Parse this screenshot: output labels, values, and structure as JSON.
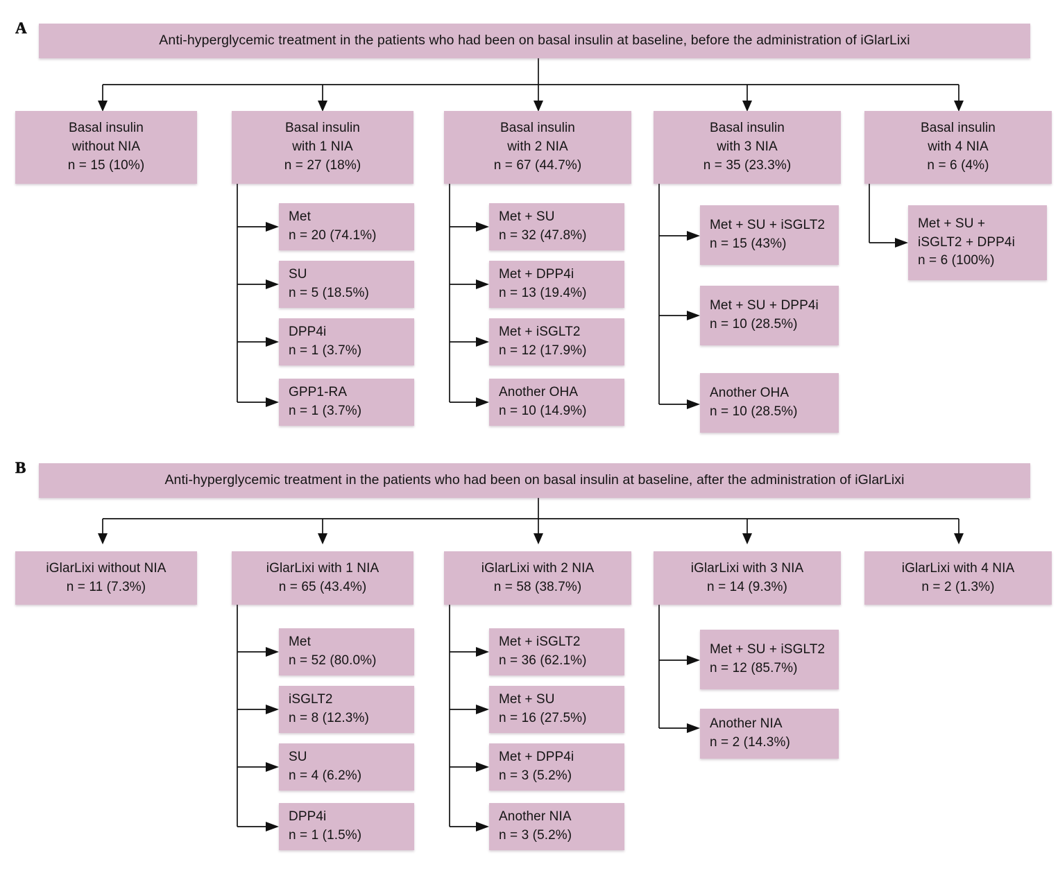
{
  "panels": [
    {
      "letter": "A",
      "header": "Anti-hyperglycemic treatment in the patients who had been on basal insulin at baseline, before the administration of iGlarLixi",
      "columns": [
        {
          "title_line1": "Basal insulin",
          "title_line2": "without NIA",
          "title_line3": "n = 15 (10%)",
          "children": []
        },
        {
          "title_line1": "Basal insulin",
          "title_line2": "with 1 NIA",
          "title_line3": "n = 27 (18%)",
          "children": [
            {
              "label": "Met",
              "value": "n = 20 (74.1%)"
            },
            {
              "label": "SU",
              "value": "n = 5 (18.5%)"
            },
            {
              "label": "DPP4i",
              "value": "n = 1 (3.7%)"
            },
            {
              "label": "GPP1-RA",
              "value": "n = 1 (3.7%)"
            }
          ]
        },
        {
          "title_line1": "Basal insulin",
          "title_line2": "with 2 NIA",
          "title_line3": "n = 67 (44.7%)",
          "children": [
            {
              "label": "Met + SU",
              "value": "n = 32 (47.8%)"
            },
            {
              "label": "Met + DPP4i",
              "value": "n = 13 (19.4%)"
            },
            {
              "label": "Met + iSGLT2",
              "value": "n = 12 (17.9%)"
            },
            {
              "label": "Another OHA",
              "value": "n = 10 (14.9%)"
            }
          ]
        },
        {
          "title_line1": "Basal insulin",
          "title_line2": "with 3 NIA",
          "title_line3": "n = 35 (23.3%)",
          "children": [
            {
              "label": "Met + SU + iSGLT2",
              "value": "n = 15 (43%)"
            },
            {
              "label": "Met + SU + DPP4i",
              "value": "n = 10 (28.5%)"
            },
            {
              "label": "Another OHA",
              "value": "n = 10 (28.5%)"
            }
          ]
        },
        {
          "title_line1": "Basal insulin",
          "title_line2": "with 4 NIA",
          "title_line3": "n = 6 (4%)",
          "children": [
            {
              "label": "Met + SU +",
              "label2": "iSGLT2 + DPP4i",
              "value": "n = 6 (100%)"
            }
          ]
        }
      ]
    },
    {
      "letter": "B",
      "header": "Anti-hyperglycemic treatment in the patients who had been on basal insulin at baseline, after the administration of iGlarLixi",
      "columns": [
        {
          "title_line1": "iGlarLixi without NIA",
          "title_line2": "n = 11 (7.3%)",
          "children": []
        },
        {
          "title_line1": "iGlarLixi with 1 NIA",
          "title_line2": "n = 65 (43.4%)",
          "children": [
            {
              "label": "Met",
              "value": "n = 52 (80.0%)"
            },
            {
              "label": "iSGLT2",
              "value": "n = 8 (12.3%)"
            },
            {
              "label": "SU",
              "value": "n = 4 (6.2%)"
            },
            {
              "label": "DPP4i",
              "value": "n = 1 (1.5%)"
            }
          ]
        },
        {
          "title_line1": "iGlarLixi with 2 NIA",
          "title_line2": "n = 58 (38.7%)",
          "children": [
            {
              "label": "Met + iSGLT2",
              "value": "n = 36 (62.1%)"
            },
            {
              "label": "Met + SU",
              "value": "n = 16 (27.5%)"
            },
            {
              "label": "Met + DPP4i",
              "value": "n = 3 (5.2%)"
            },
            {
              "label": "Another NIA",
              "value": "n = 3 (5.2%)"
            }
          ]
        },
        {
          "title_line1": "iGlarLixi with 3 NIA",
          "title_line2": "n = 14 (9.3%)",
          "children": [
            {
              "label": "Met + SU + iSGLT2",
              "value": "n = 12 (85.7%)"
            },
            {
              "label": "Another NIA",
              "value": "n = 2 (14.3%)"
            }
          ]
        },
        {
          "title_line1": "iGlarLixi with 4 NIA",
          "title_line2": "n = 2 (1.3%)",
          "children": []
        }
      ]
    }
  ],
  "colors": {
    "box_fill": "#d9b9cd",
    "text": "#141414",
    "connector": "#111111",
    "background": "#ffffff"
  }
}
